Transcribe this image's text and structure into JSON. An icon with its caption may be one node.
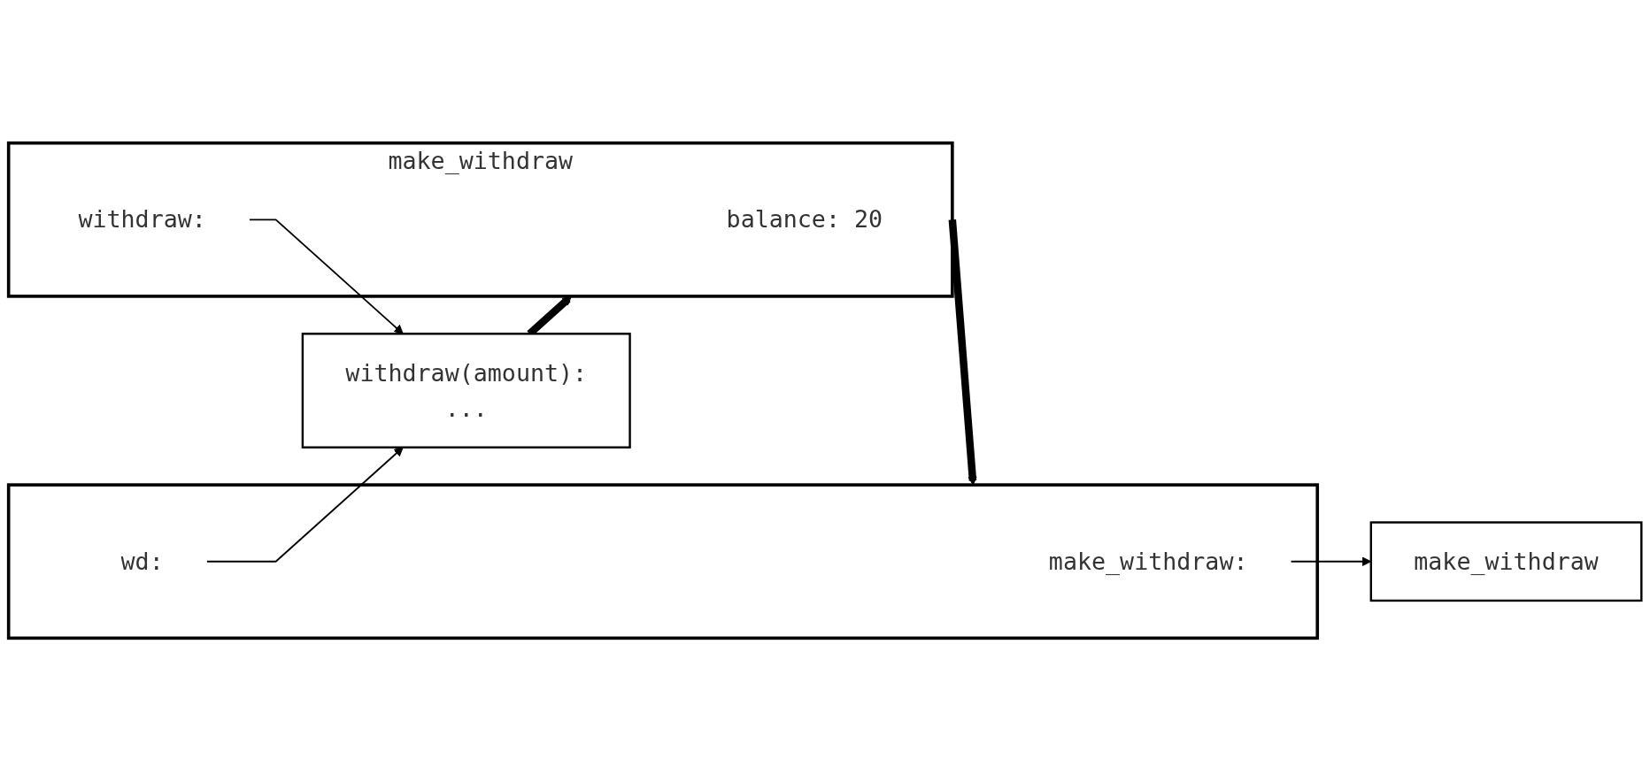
{
  "diagram": {
    "nodes": [
      {
        "text": [],
        "shape": "box"
      },
      {
        "text": [
          "make_withdraw:"
        ],
        "in": 0
      },
      {
        "text": [
          "wd:"
        ],
        "in": 0
      },
      {
        "text": [
          "make_withdraw"
        ]
      },
      {
        "text": [],
        "shape": "box",
        "beside": [
          "make_withdraw"
        ]
      },
      {
        "text": [
          "balance: 20"
        ],
        "in": 4
      },
      {
        "text": [
          "withdraw:"
        ],
        "in": 4
      },
      {
        "text": [
          "withdraw(amount):",
          "..."
        ]
      }
    ],
    "edges": [
      {
        "from": 1,
        "to": 3,
        "arrow": "to"
      },
      {
        "from": 2,
        "to": 7,
        "arrow": "to"
      },
      {
        "from": 4,
        "to": 0,
        "arrow": "to",
        "style": "thick"
      },
      {
        "from": 6,
        "to": 7,
        "arrow": "to"
      },
      {
        "from": 7,
        "to": 4,
        "arrow": "to",
        "style": "thick"
      }
    ]
  }
}
